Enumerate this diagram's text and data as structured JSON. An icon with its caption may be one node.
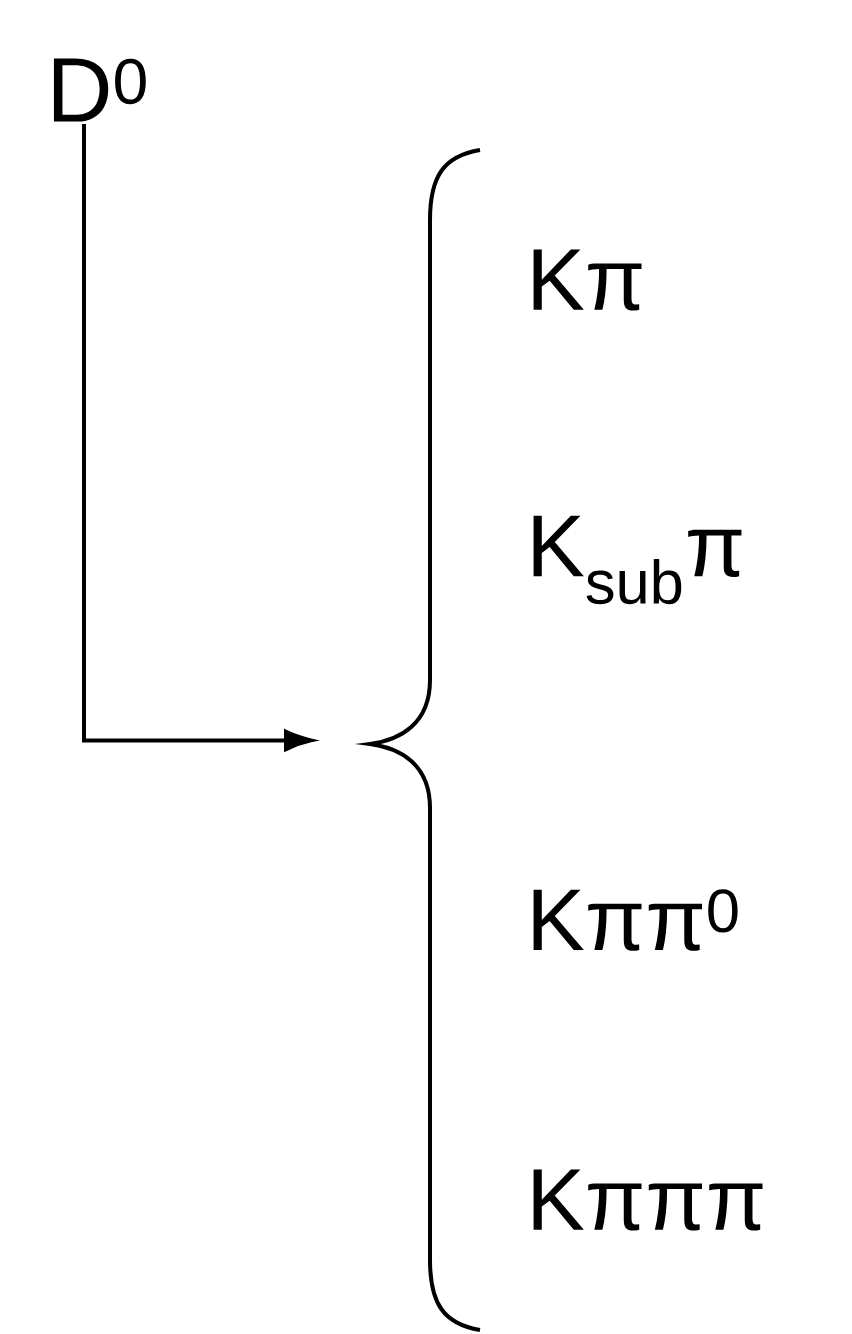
{
  "diagram": {
    "nodes": [
      {
        "text": [
          "D$^{0}$"
        ]
      },
      {
        "text": [
          "Kπ",
          "K$_{sub}$π",
          "Kππ$^{0}$",
          "Kπππ"
        ]
      }
    ],
    "edges": [
      {
        "from": 0,
        "to": 1,
        "arrow": "to"
      }
    ]
  }
}
